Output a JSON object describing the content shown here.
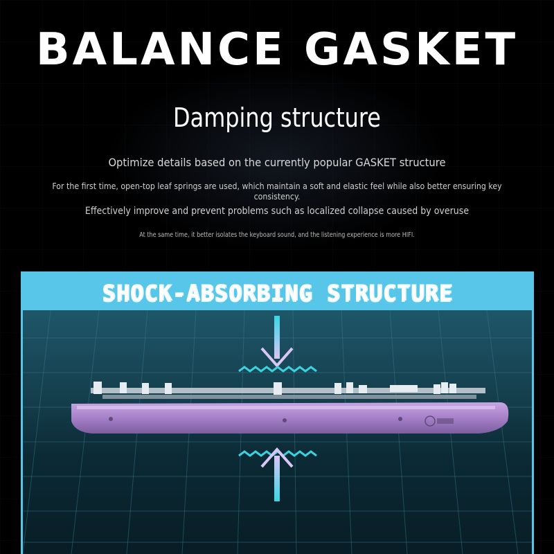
{
  "header": {
    "title": "BALANCE GASKET",
    "subtitle": "Damping structure"
  },
  "description": {
    "line1": "Optimize details based on the currently popular GASKET structure",
    "line2": "For the first time, open-top leaf springs are used, which maintain a soft and elastic feel while also better ensuring key consistency.",
    "line3": "Effectively improve and prevent problems such as localized collapse caused by overuse",
    "line4": "At the same time, it better isolates the keyboard sound, and the listening experience is more HIFI."
  },
  "panel": {
    "label": "SHOCK-ABSORBING STRUCTURE",
    "accent_color": "#58c6e8",
    "arrow_color": "#3fd0e0",
    "keyboard_color": "#b08ad0",
    "icons": [
      "arrow-down-icon",
      "arrow-up-icon",
      "wave-icon",
      "keyboard-case-icon",
      "brand-logo-icon"
    ]
  }
}
